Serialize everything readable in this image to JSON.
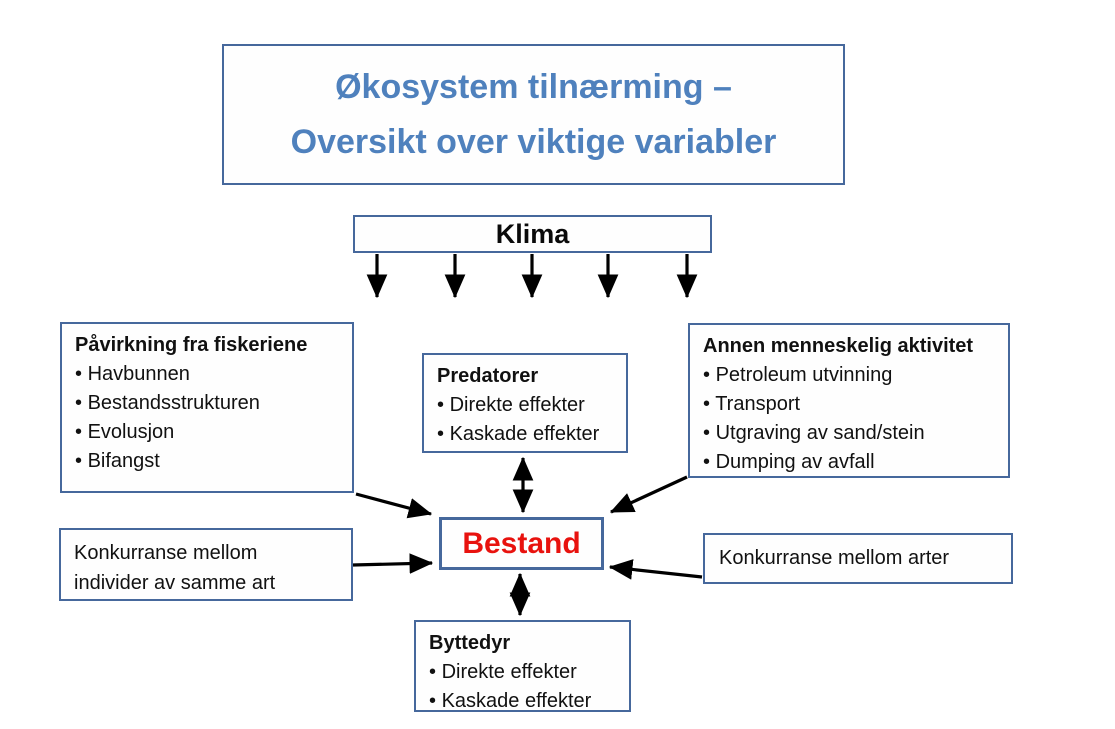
{
  "colors": {
    "box-border": "#46689c",
    "title-text": "#4f81bd",
    "stock-text": "#e8120e",
    "text": "#111111",
    "arrow": "#000000",
    "background": "#ffffff"
  },
  "title": {
    "line1": "Økosystem tilnærming –",
    "line2": "Oversikt over viktige variabler"
  },
  "climate": {
    "label": "Klima"
  },
  "boxes": {
    "fisheries": {
      "title": "Påvirkning fra fiskeriene",
      "items": [
        "Havbunnen",
        "Bestandsstrukturen",
        "Evolusjon",
        "Bifangst"
      ]
    },
    "predators": {
      "title": "Predatorer",
      "items": [
        "Direkte effekter",
        "Kaskade effekter"
      ]
    },
    "human_activity": {
      "title": "Annen menneskelig aktivitet",
      "items": [
        "Petroleum utvinning",
        "Transport",
        "Utgraving av sand/stein",
        "Dumping av avfall"
      ]
    },
    "stock": {
      "label": "Bestand"
    },
    "competition_within_species": {
      "line1": "Konkurranse mellom",
      "line2": "individer av samme art"
    },
    "competition_between_species": {
      "label": "Konkurranse mellom arter"
    },
    "prey": {
      "title": "Byttedyr",
      "items": [
        "Direkte effekter",
        "Kaskade effekter"
      ]
    }
  }
}
